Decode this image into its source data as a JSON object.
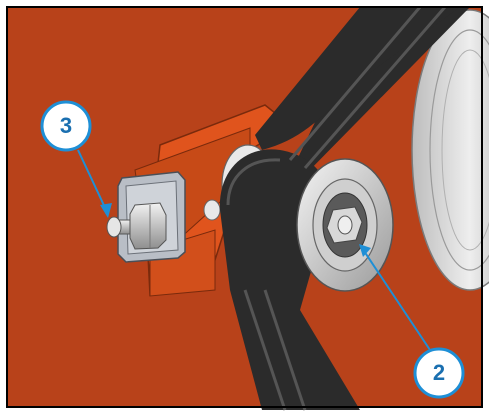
{
  "callouts": [
    {
      "number": "3",
      "target": "adjuster-bolt"
    },
    {
      "number": "2",
      "target": "idler-pulley-nut"
    }
  ],
  "colors": {
    "background_panel": "#b8421a",
    "bracket": "#e0541d",
    "belt": "#2b2b2b",
    "pulley": "#d9d9d9",
    "callout_fill": "#ffffff",
    "callout_ring": "#1e8fd6",
    "callout_text": "#1a6fb0",
    "frame_border": "#000000"
  }
}
